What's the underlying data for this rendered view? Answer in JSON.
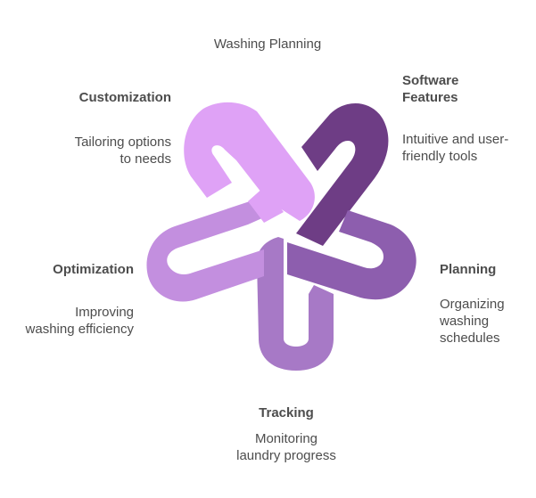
{
  "title": "Washing Planning",
  "colors": {
    "software_features": "#6e3d85",
    "planning": "#8d5eae",
    "tracking": "#a779c6",
    "optimization": "#c38fdf",
    "customization": "#dfa2f6",
    "text": "#4d4d4d"
  },
  "segments": [
    {
      "key": "customization",
      "heading": "Customization",
      "description": "Tailoring options to needs",
      "desc_lines": [
        "Tailoring options",
        "to needs"
      ]
    },
    {
      "key": "software_features",
      "heading": "Software Features",
      "heading_lines": [
        "Software",
        "Features"
      ],
      "description": "Intuitive and user-friendly tools",
      "desc_lines": [
        "Intuitive and user-",
        "friendly tools"
      ]
    },
    {
      "key": "planning",
      "heading": "Planning",
      "description": "Organizing washing schedules",
      "desc_lines": [
        "Organizing",
        "washing",
        "schedules"
      ]
    },
    {
      "key": "tracking",
      "heading": "Tracking",
      "description": "Monitoring laundry progress",
      "desc_lines": [
        "Monitoring",
        "laundry progress"
      ]
    },
    {
      "key": "optimization",
      "heading": "Optimization",
      "description": "Improving washing efficiency",
      "desc_lines": [
        "Improving",
        "washing efficiency"
      ]
    }
  ]
}
